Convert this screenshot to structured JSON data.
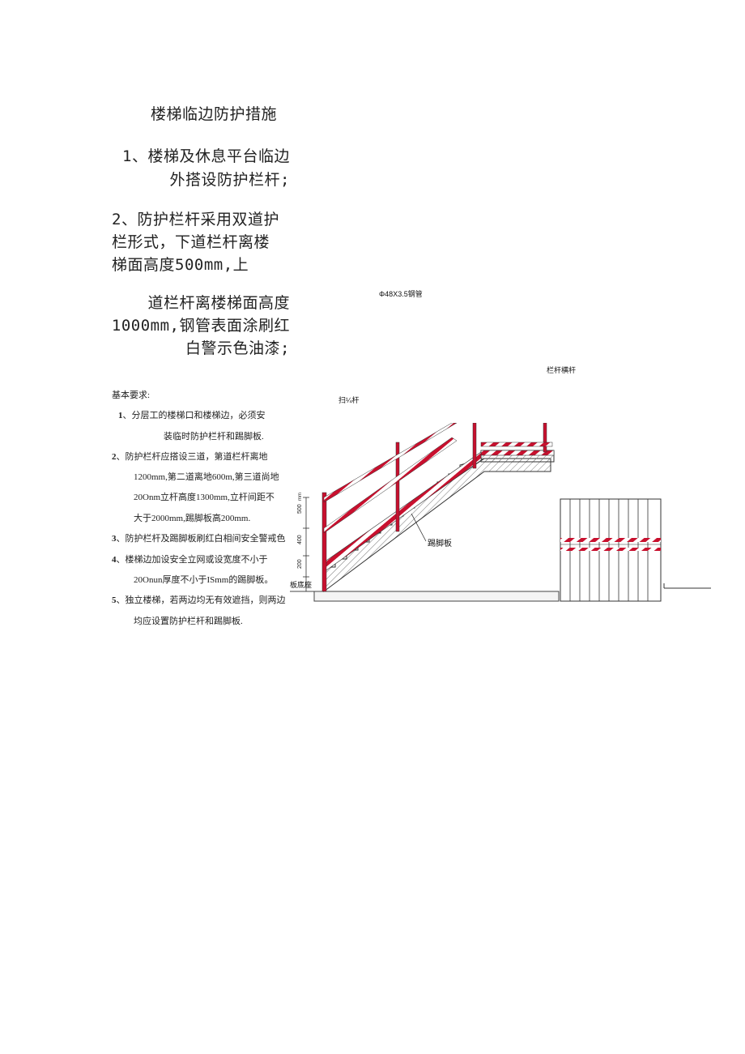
{
  "title": "楼梯临边防护措施",
  "measures": [
    {
      "lines": [
        "1、楼梯及休息平台临边",
        "外搭设防护栏杆;"
      ]
    },
    {
      "lines": [
        "2、防护栏杆采用双道护",
        "栏形式，下道栏杆离楼",
        "梯面高度500mm,上"
      ]
    },
    {
      "lines": [
        "道栏杆离楼梯面高度",
        "1000mm,钢管表面涂刷红",
        "白警示色油漆;"
      ]
    }
  ],
  "requirements": {
    "heading": "基本要求:",
    "items": [
      {
        "num": "1",
        "lines": [
          "、分层工的楼梯口和楼梯边，必须安",
          "装临时防护栏杆和踢脚板."
        ]
      },
      {
        "num": "2",
        "lines": [
          "、防护栏杆应搭设三道，第道栏杆离地",
          "1200mm,第二道离地600m,第三道尚地",
          "20Onm立杆高度1300mm,立杆间距不",
          "大于2000mm,踢脚板高200mm."
        ]
      },
      {
        "num": "3",
        "lines": [
          "、防护栏杆及踢脚板刷红白相间安全警戒色"
        ]
      },
      {
        "num": "4",
        "lines": [
          "、楼梯边加设安全立网或设宽度不小于",
          "20Onun厚度不小于ISmm的踢脚板。"
        ]
      },
      {
        "num": "5",
        "lines": [
          "、独立楼梯，若两边均无有效遮挡，则两边",
          "均应设置防护栏杆和踢脚板."
        ]
      }
    ]
  },
  "diagram": {
    "label_pipe": "Φ48X3.5钢管",
    "label_rail": "栏杆横杆",
    "label_sweep": "扫¼杆",
    "label_toeboard": "踢脚板",
    "label_base": "板底座",
    "dim_top": "500",
    "dim_mid": "400",
    "dim_bot": "200",
    "dim_unit": "mm",
    "colors": {
      "red": "#c8102e",
      "line": "#333333",
      "hatch": "#555555"
    }
  }
}
